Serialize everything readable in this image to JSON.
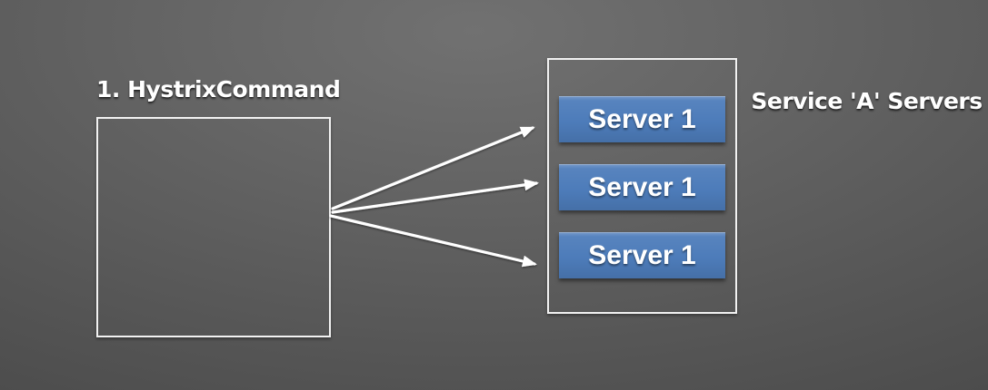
{
  "labels": {
    "command": "1. HystrixCommand",
    "service": "Service 'A' Servers"
  },
  "servers": [
    {
      "label": "Server 1"
    },
    {
      "label": "Server 1"
    },
    {
      "label": "Server 1"
    }
  ],
  "colors": {
    "arrow": "#ffffff",
    "server_fill": "#4d7cba",
    "box_border": "#f2f2f2",
    "label_text": "#ffffff",
    "background_center": "#717171",
    "background_edge": "#3d3d3d"
  }
}
